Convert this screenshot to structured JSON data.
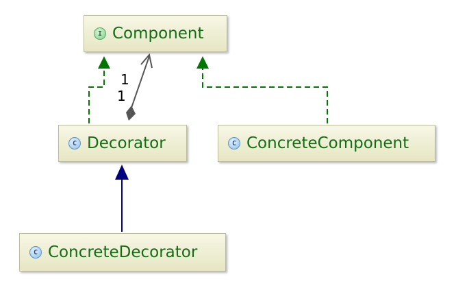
{
  "diagram": {
    "nodes": {
      "component": {
        "label": "Component",
        "kind": "interface",
        "badge": "I"
      },
      "decorator": {
        "label": "Decorator",
        "kind": "class",
        "badge": "C"
      },
      "concrete_component": {
        "label": "ConcreteComponent",
        "kind": "class",
        "badge": "C"
      },
      "concrete_decorator": {
        "label": "ConcreteDecorator",
        "kind": "class",
        "badge": "C"
      }
    },
    "multiplicities": {
      "source": "1",
      "target": "1"
    },
    "edges": [
      {
        "from": "decorator",
        "to": "component",
        "type": "realization"
      },
      {
        "from": "concrete_component",
        "to": "component",
        "type": "realization"
      },
      {
        "from": "decorator",
        "to": "component",
        "type": "aggregation"
      },
      {
        "from": "concrete_decorator",
        "to": "decorator",
        "type": "generalization"
      }
    ],
    "colors": {
      "realization": "#007700",
      "generalization": "#000080",
      "aggregation": "#555555",
      "label": "#136d13"
    }
  }
}
